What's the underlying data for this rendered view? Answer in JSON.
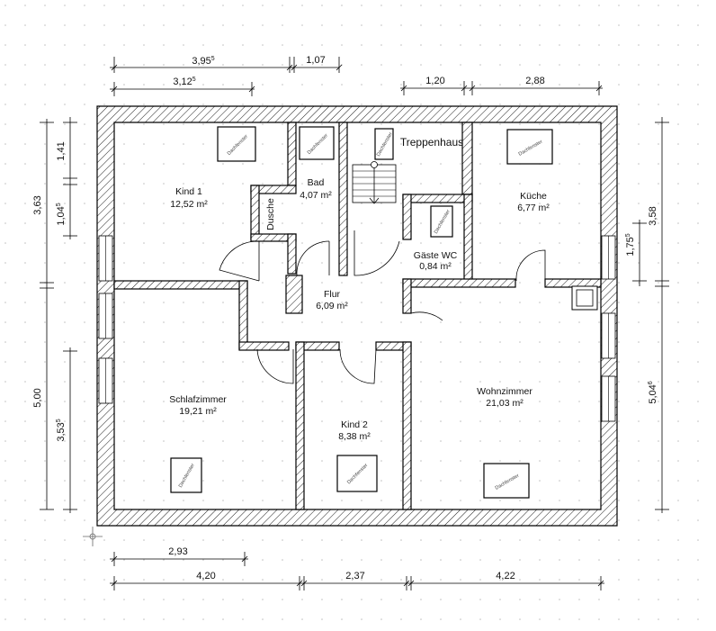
{
  "rooms": {
    "kind1": {
      "name": "Kind 1",
      "area": "12,52 m²"
    },
    "bad": {
      "name": "Bad",
      "area": "4,07 m²"
    },
    "dusche": {
      "name": "Dusche"
    },
    "treppenhaus": {
      "name": "Treppenhaus"
    },
    "kueche": {
      "name": "Küche",
      "area": "6,77 m²"
    },
    "gaeste_wc": {
      "name": "Gäste WC",
      "area": "0,84 m²"
    },
    "flur": {
      "name": "Flur",
      "area": "6,09 m²"
    },
    "schlafzimmer": {
      "name": "Schlafzimmer",
      "area": "19,21 m²"
    },
    "kind2": {
      "name": "Kind 2",
      "area": "8,38 m²"
    },
    "wohnzimmer": {
      "name": "Wohnzimmer",
      "area": "21,03 m²"
    }
  },
  "skylight_label": "Dachfenster",
  "dimensions": {
    "top_1": "3,95",
    "top_1_sup": "5",
    "top_2": "1,07",
    "top_3": "3,12",
    "top_3_sup": "5",
    "top_4": "1,20",
    "top_5": "2,88",
    "left_1": "3,63",
    "left_2": "1,41",
    "left_3": "1,04",
    "left_3_sup": "5",
    "left_4": "5,00",
    "left_5": "3,53",
    "left_5_sup": "5",
    "right_1": "3,58",
    "right_2": "1,75",
    "right_2_sup": "5",
    "right_3": "5,04",
    "right_3_sup": "6",
    "bottom_1": "2,93",
    "bottom_2": "4,20",
    "bottom_3": "2,37",
    "bottom_4": "4,22"
  },
  "colors": {
    "wall_hatch": "#000000",
    "background": "#ffffff",
    "grid_dot": "#bfbfbf"
  }
}
